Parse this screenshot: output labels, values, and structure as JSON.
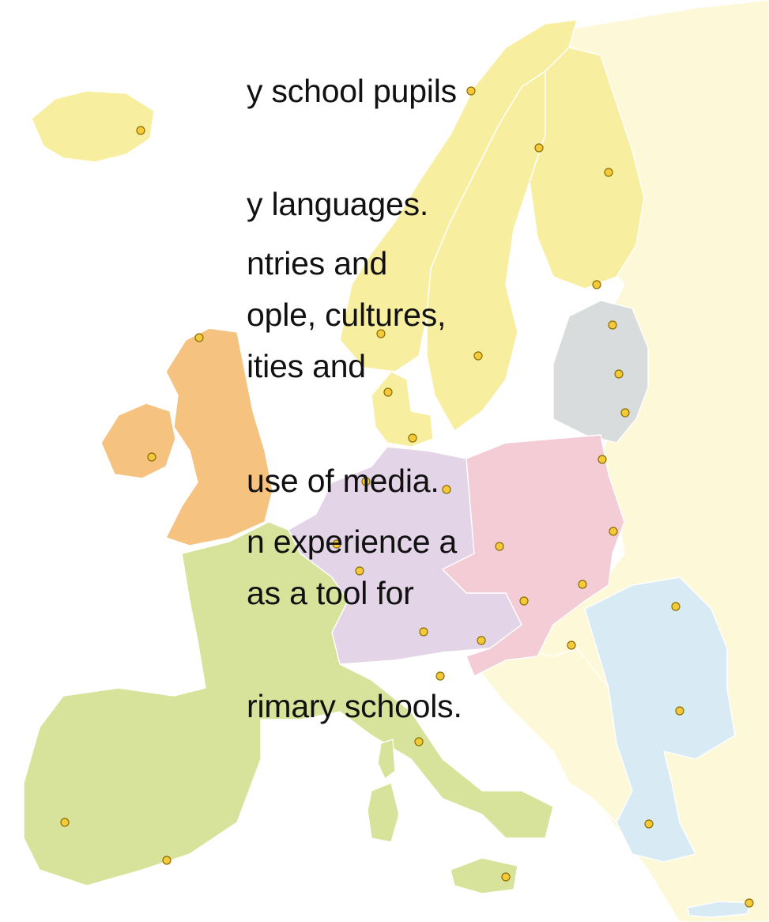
{
  "slide": {
    "text_lines": [
      "y school pupils",
      "y languages.",
      "ntries and",
      "ople, cultures,",
      "ities and",
      " use of media.",
      "n experience a",
      " as a tool for",
      "rimary schools."
    ]
  },
  "map": {
    "colors": {
      "nordic": "#f8ee9f",
      "baltic": "#d9dcdc",
      "british_isles": "#f6c27f",
      "central_west": "#e3d4e8",
      "central_east": "#f4ccd6",
      "south_west": "#d7e39a",
      "south_east": "#d8ebf4",
      "other": "#fdf8d8",
      "city_marker": "#f5c93a"
    }
  }
}
